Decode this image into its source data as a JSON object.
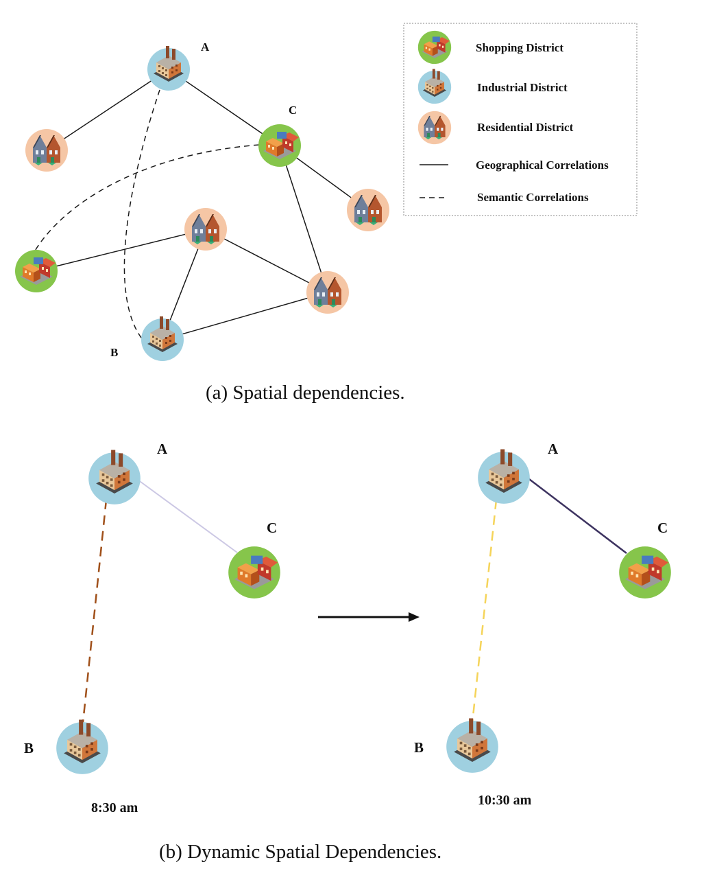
{
  "legend": {
    "shopping": "Shopping District",
    "industrial": "Industrial District",
    "residential": "Residential District",
    "geographical": "Geographical Correlations",
    "semantic": "Semantic Correlations"
  },
  "colors": {
    "shopping": "#86c54b",
    "industrial": "#9fd0e0",
    "residential": "#f5c6a5",
    "edge_ac_830": "#ccc8e4",
    "edge_ab_830": "#a0501a",
    "edge_ac_1030": "#3d3360",
    "edge_ab_1030": "#f5d45a"
  },
  "panel_a": {
    "caption": "(a)  Spatial dependencies.",
    "node_labels": {
      "A": "A",
      "B": "B",
      "C": "C"
    }
  },
  "panel_b": {
    "caption": "(b)  Dynamic Spatial Dependencies.",
    "left": {
      "time": "8:30 am",
      "labels": {
        "A": "A",
        "B": "B",
        "C": "C"
      }
    },
    "right": {
      "time": "10:30 am",
      "labels": {
        "A": "A",
        "B": "B",
        "C": "C"
      }
    }
  }
}
